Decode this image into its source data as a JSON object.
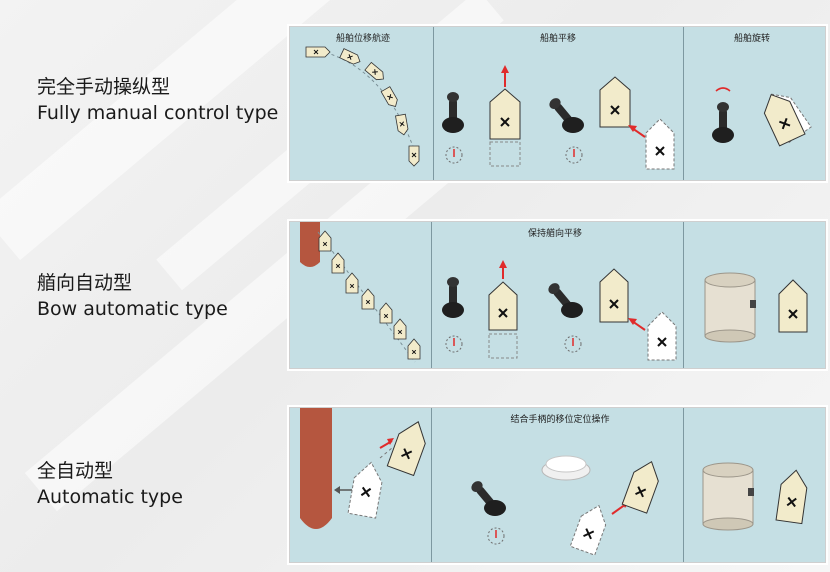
{
  "rows": [
    {
      "cn": "完全手动操纵型",
      "en": "Fully manual control type"
    },
    {
      "cn": "艏向自动型",
      "en": "Bow automatic type"
    },
    {
      "cn": "全自动型",
      "en": "Automatic type"
    }
  ],
  "captions": {
    "row1_zone1": "船舶位移航迹",
    "row1_zone2": "船舶平移",
    "row1_zone3": "船舶旋转",
    "row2_zone2": "保持艏向平移",
    "row3_zone2": "结合手柄的移位定位操作"
  },
  "colors": {
    "panel": "#c5dfe4",
    "hull": "#f2ebcb",
    "ghost_hull": "#ffffff",
    "arrow": "#e02b2b",
    "quay": "#b5563f",
    "joystick": "#2b2b2b"
  }
}
